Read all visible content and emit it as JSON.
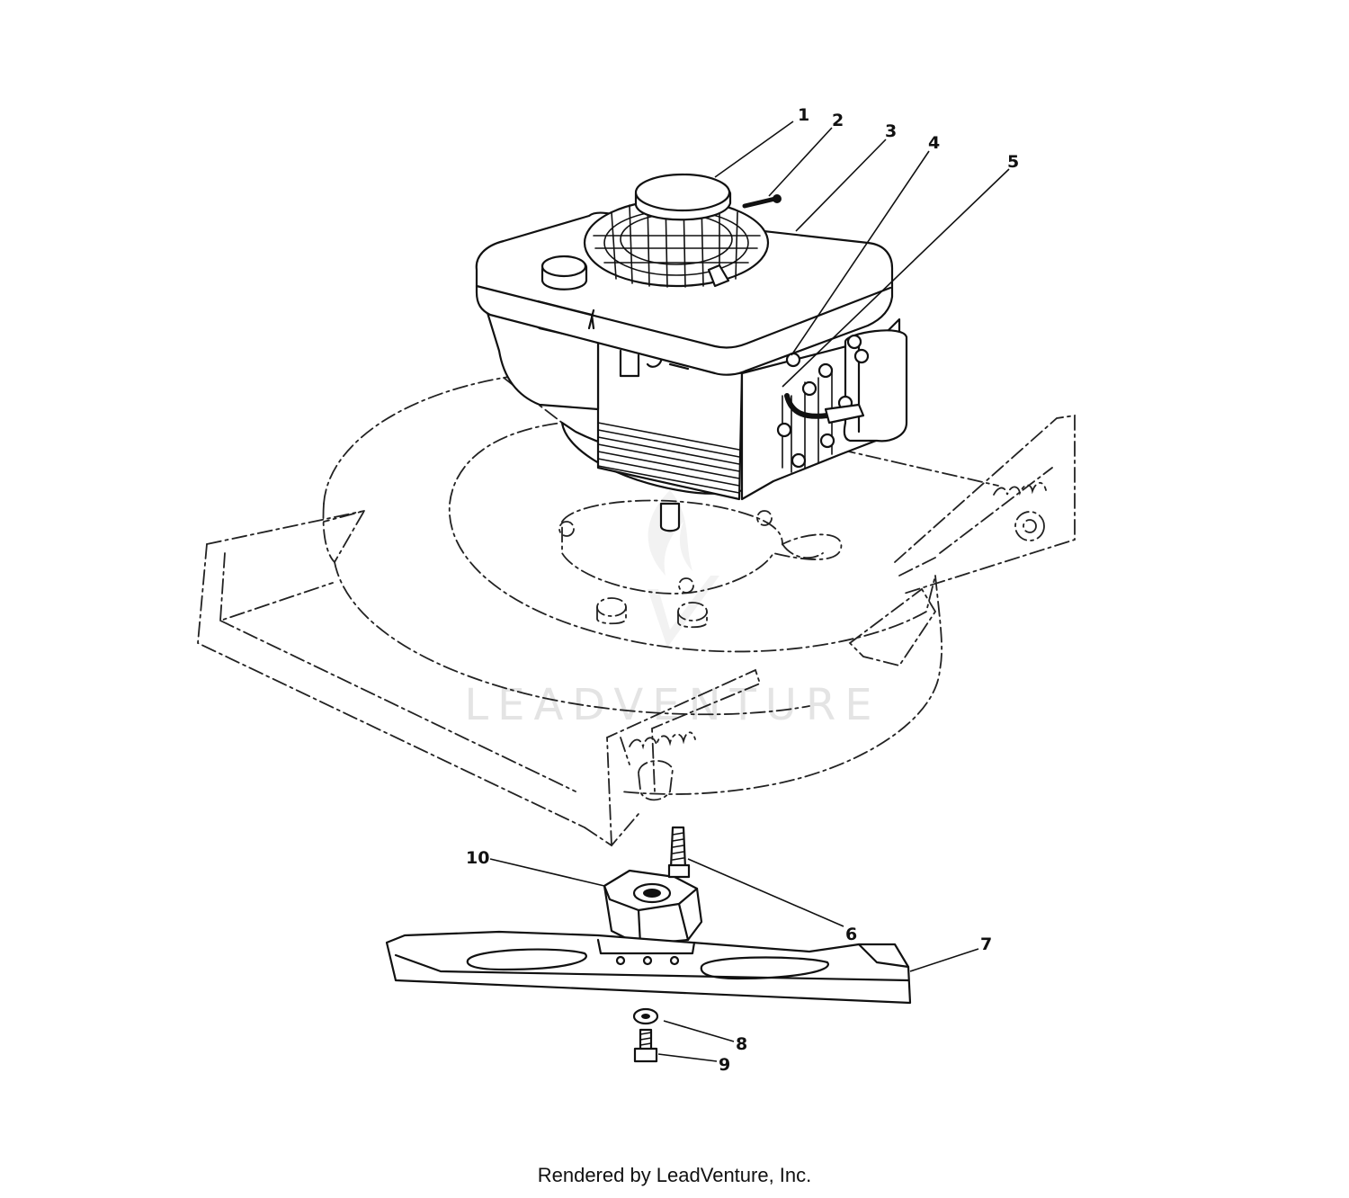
{
  "callouts": [
    {
      "id": "1",
      "label": "1"
    },
    {
      "id": "2",
      "label": "2"
    },
    {
      "id": "3",
      "label": "3"
    },
    {
      "id": "4",
      "label": "4"
    },
    {
      "id": "5",
      "label": "5"
    },
    {
      "id": "6",
      "label": "6"
    },
    {
      "id": "7",
      "label": "7"
    },
    {
      "id": "8",
      "label": "8"
    },
    {
      "id": "9",
      "label": "9"
    },
    {
      "id": "10",
      "label": "10"
    }
  ],
  "watermark": "LEADVENTURE",
  "footer": "Rendered by LeadVenture, Inc."
}
